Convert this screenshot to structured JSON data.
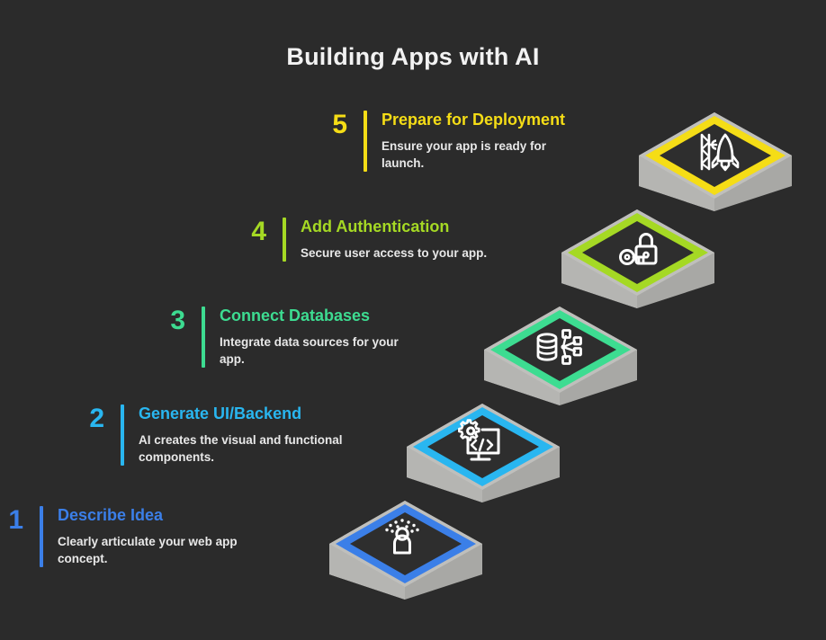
{
  "page": {
    "title": "Building Apps with AI",
    "background_color": "#2b2b2b",
    "title_color": "#f2f2f2"
  },
  "palette": {
    "step1": "#3b7fe8",
    "step2": "#29b6f0",
    "step3": "#3ddc91",
    "step4": "#a5d924",
    "step5": "#f5dd16",
    "block_top_gray": "#bfbfbc",
    "block_side_gray": "#a8a8a5",
    "block_edge_gray": "#8f8f8c",
    "diamond_fill": "#2e2e2e",
    "icon_color": "#ffffff"
  },
  "steps": [
    {
      "number": "1",
      "title": "Describe Idea",
      "description": "Clearly articulate your web app concept.",
      "color": "#3b7fe8",
      "icon": "person-idea-icon"
    },
    {
      "number": "2",
      "title": "Generate UI/Backend",
      "description": "AI creates the visual and functional components.",
      "color": "#29b6f0",
      "icon": "monitor-code-gear-icon"
    },
    {
      "number": "3",
      "title": "Connect Databases",
      "description": "Integrate data sources for your app.",
      "color": "#3ddc91",
      "icon": "database-network-icon"
    },
    {
      "number": "4",
      "title": "Add Authentication",
      "description": "Secure user access to your app.",
      "color": "#a5d924",
      "icon": "lock-key-icon"
    },
    {
      "number": "5",
      "title": "Prepare for Deployment",
      "description": "Ensure your app is ready for launch.",
      "color": "#f5dd16",
      "icon": "rocket-launch-tower-icon"
    }
  ]
}
